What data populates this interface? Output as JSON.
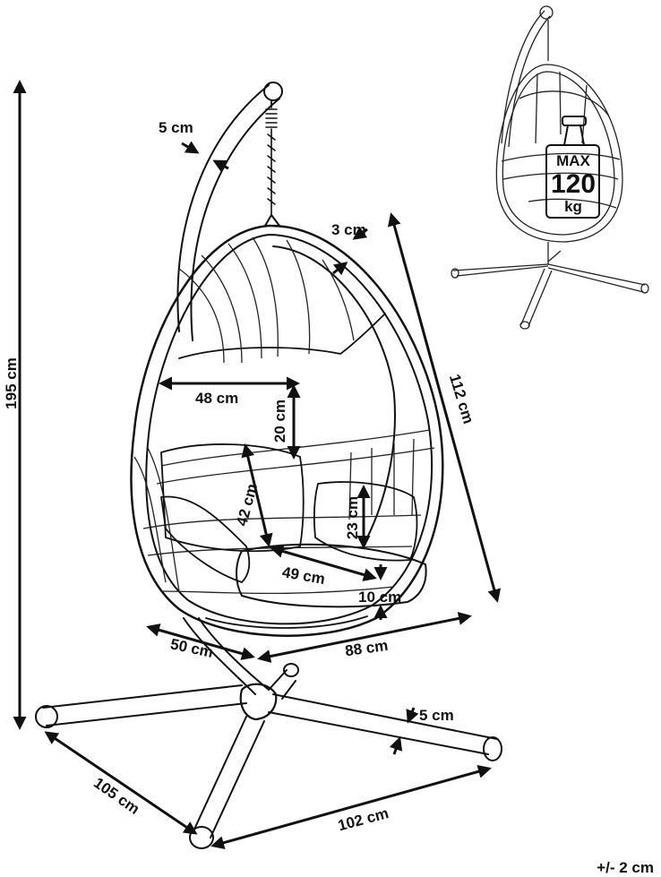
{
  "labels": {
    "height_total": "195 cm",
    "stand_pole_thickness": "5 cm",
    "basket_rim": "3 cm",
    "basket_height": "112 cm",
    "opening_width": "48 cm",
    "top_cushion": "20 cm",
    "back_height": "42 cm",
    "small_cushion": "23 cm",
    "seat_depth": "49 cm",
    "seat_cushion": "10 cm",
    "basket_depth": "50 cm",
    "basket_width": "88 cm",
    "base_tube": "5 cm",
    "base_side": "105 cm",
    "base_front": "102 cm",
    "tolerance": "+/- 2 cm"
  },
  "badge": {
    "line1": "MAX",
    "line2": "120",
    "line3": "kg"
  }
}
